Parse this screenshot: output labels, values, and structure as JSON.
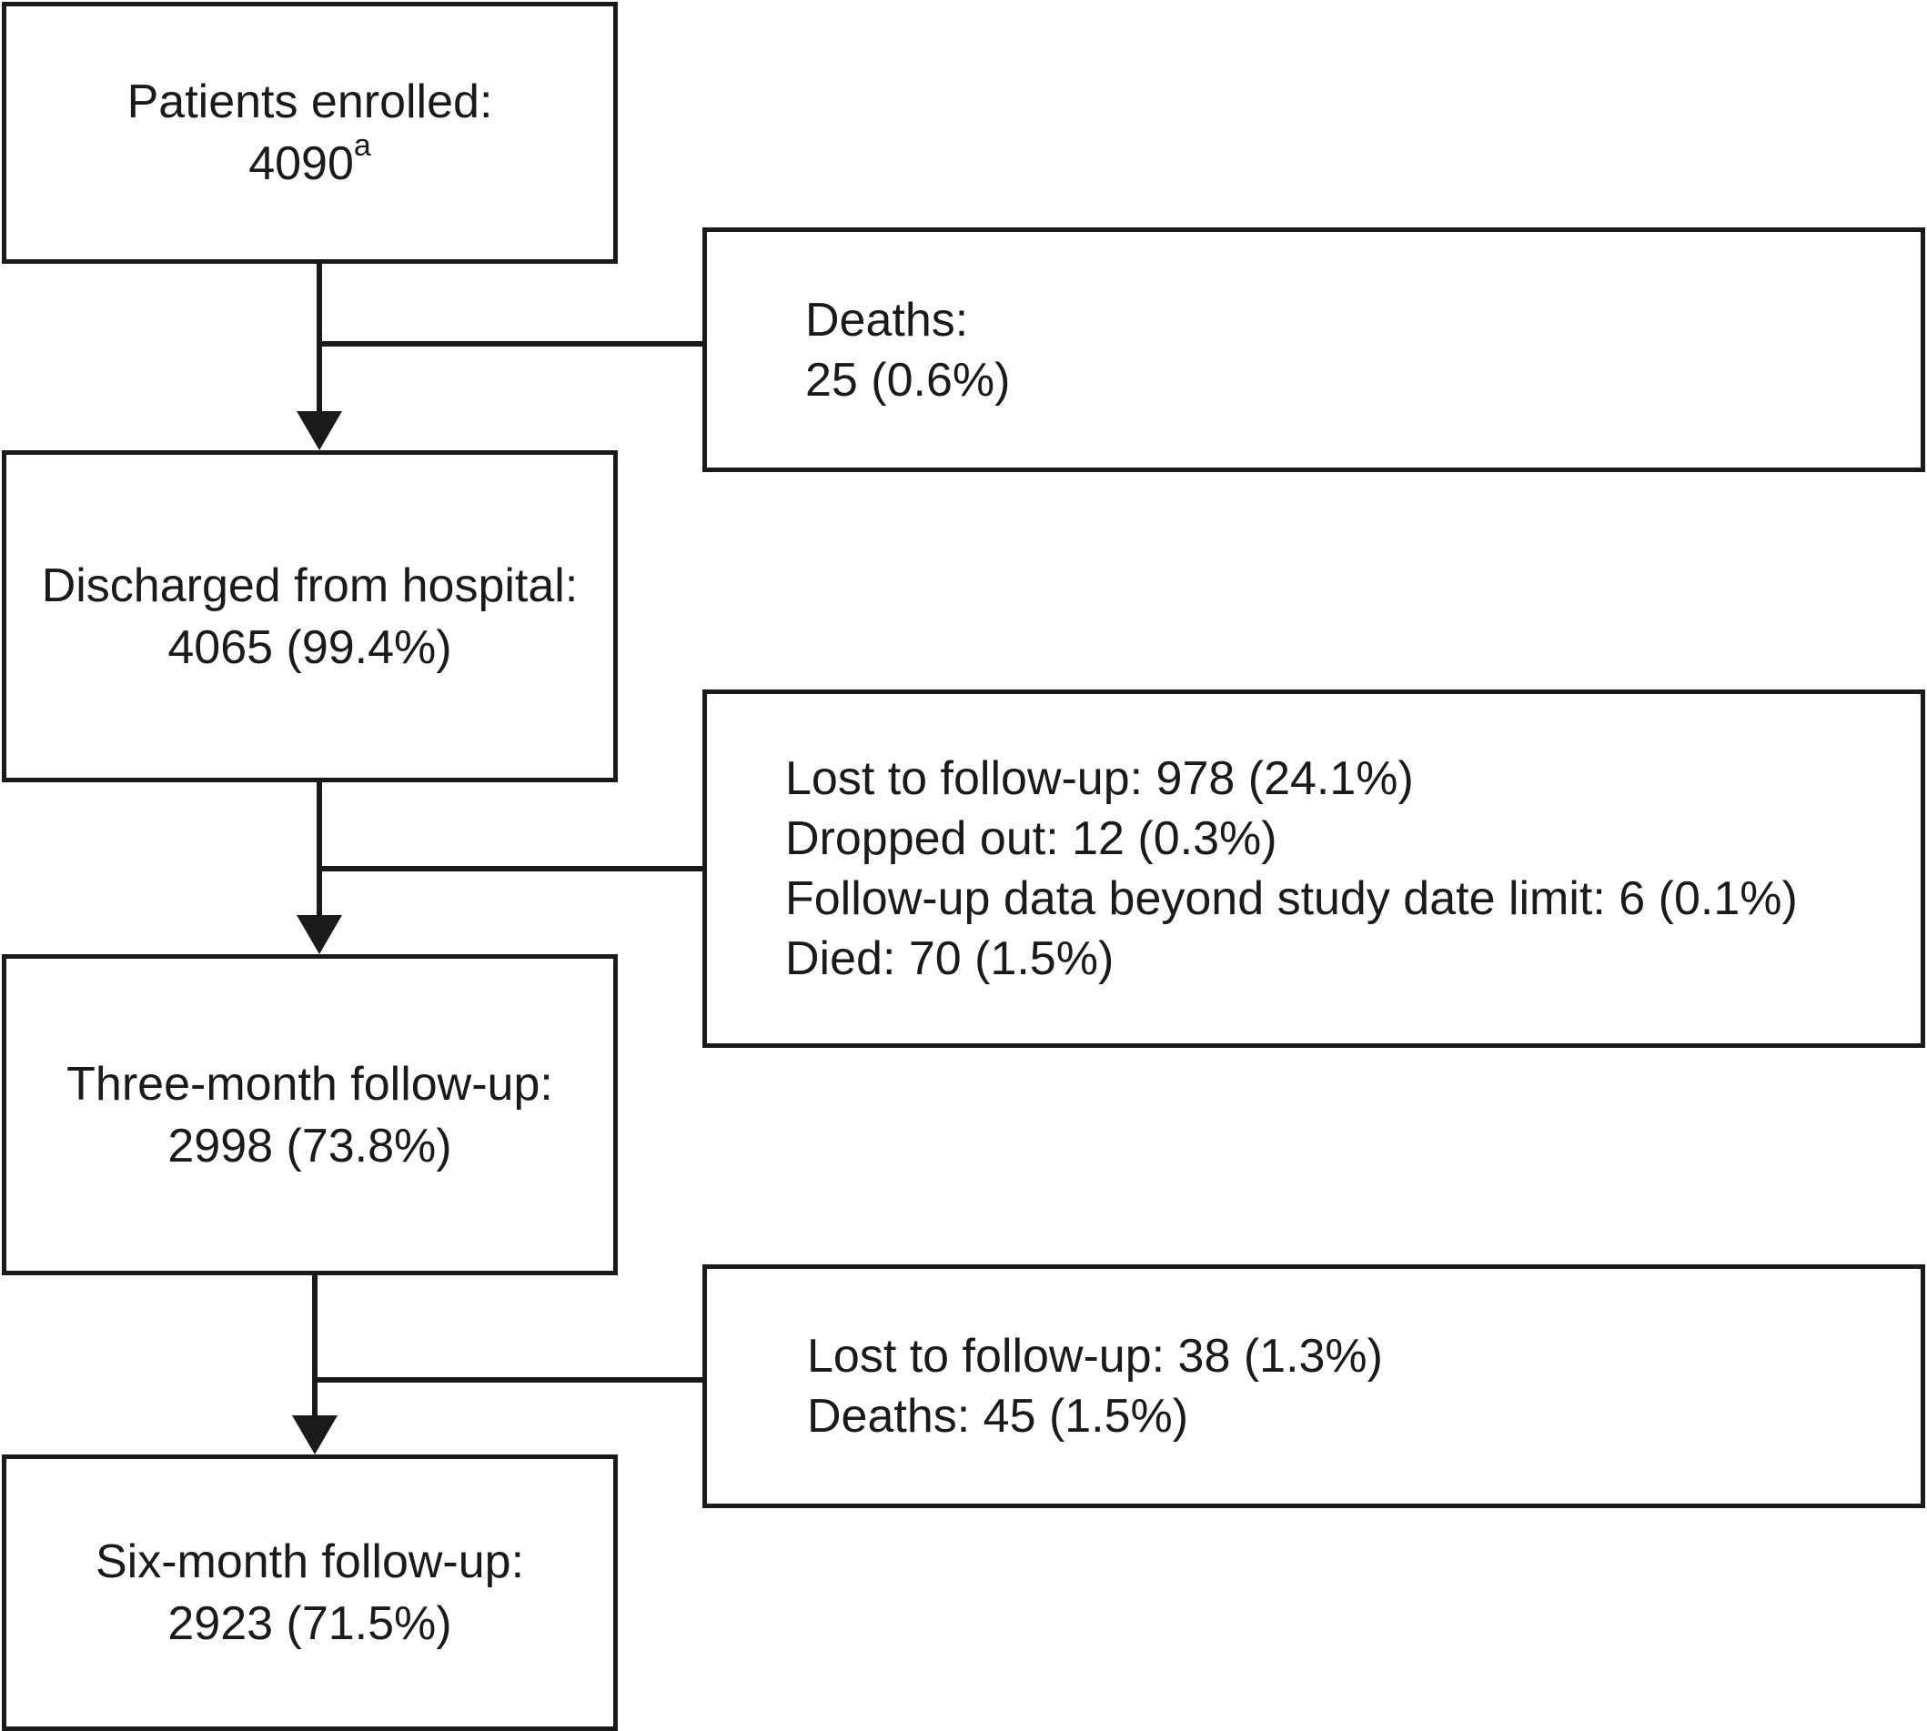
{
  "main_boxes": {
    "enrolled": {
      "line1": "Patients enrolled:",
      "value": "4090",
      "footnote": "a"
    },
    "discharged": {
      "line1": "Discharged from hospital:",
      "line2": "4065 (99.4%)"
    },
    "three_month": {
      "line1": "Three-month follow-up:",
      "line2": "2998 (73.8%)"
    },
    "six_month": {
      "line1": "Six-month follow-up:",
      "line2": "2923 (71.5%)"
    }
  },
  "exclusion_boxes": {
    "in_hospital": {
      "lines": [
        "Deaths:",
        "25 (0.6%)"
      ]
    },
    "to_three_month": {
      "lines": [
        "Lost to follow-up: 978 (24.1%)",
        "Dropped out: 12 (0.3%)",
        "Follow-up data beyond study date limit: 6 (0.1%)",
        "Died: 70 (1.5%)"
      ]
    },
    "to_six_month": {
      "lines": [
        "Lost to follow-up: 38 (1.3%)",
        "Deaths: 45 (1.5%)"
      ]
    }
  },
  "colors": {
    "stroke": "#1a1a1a",
    "background": "#ffffff"
  }
}
